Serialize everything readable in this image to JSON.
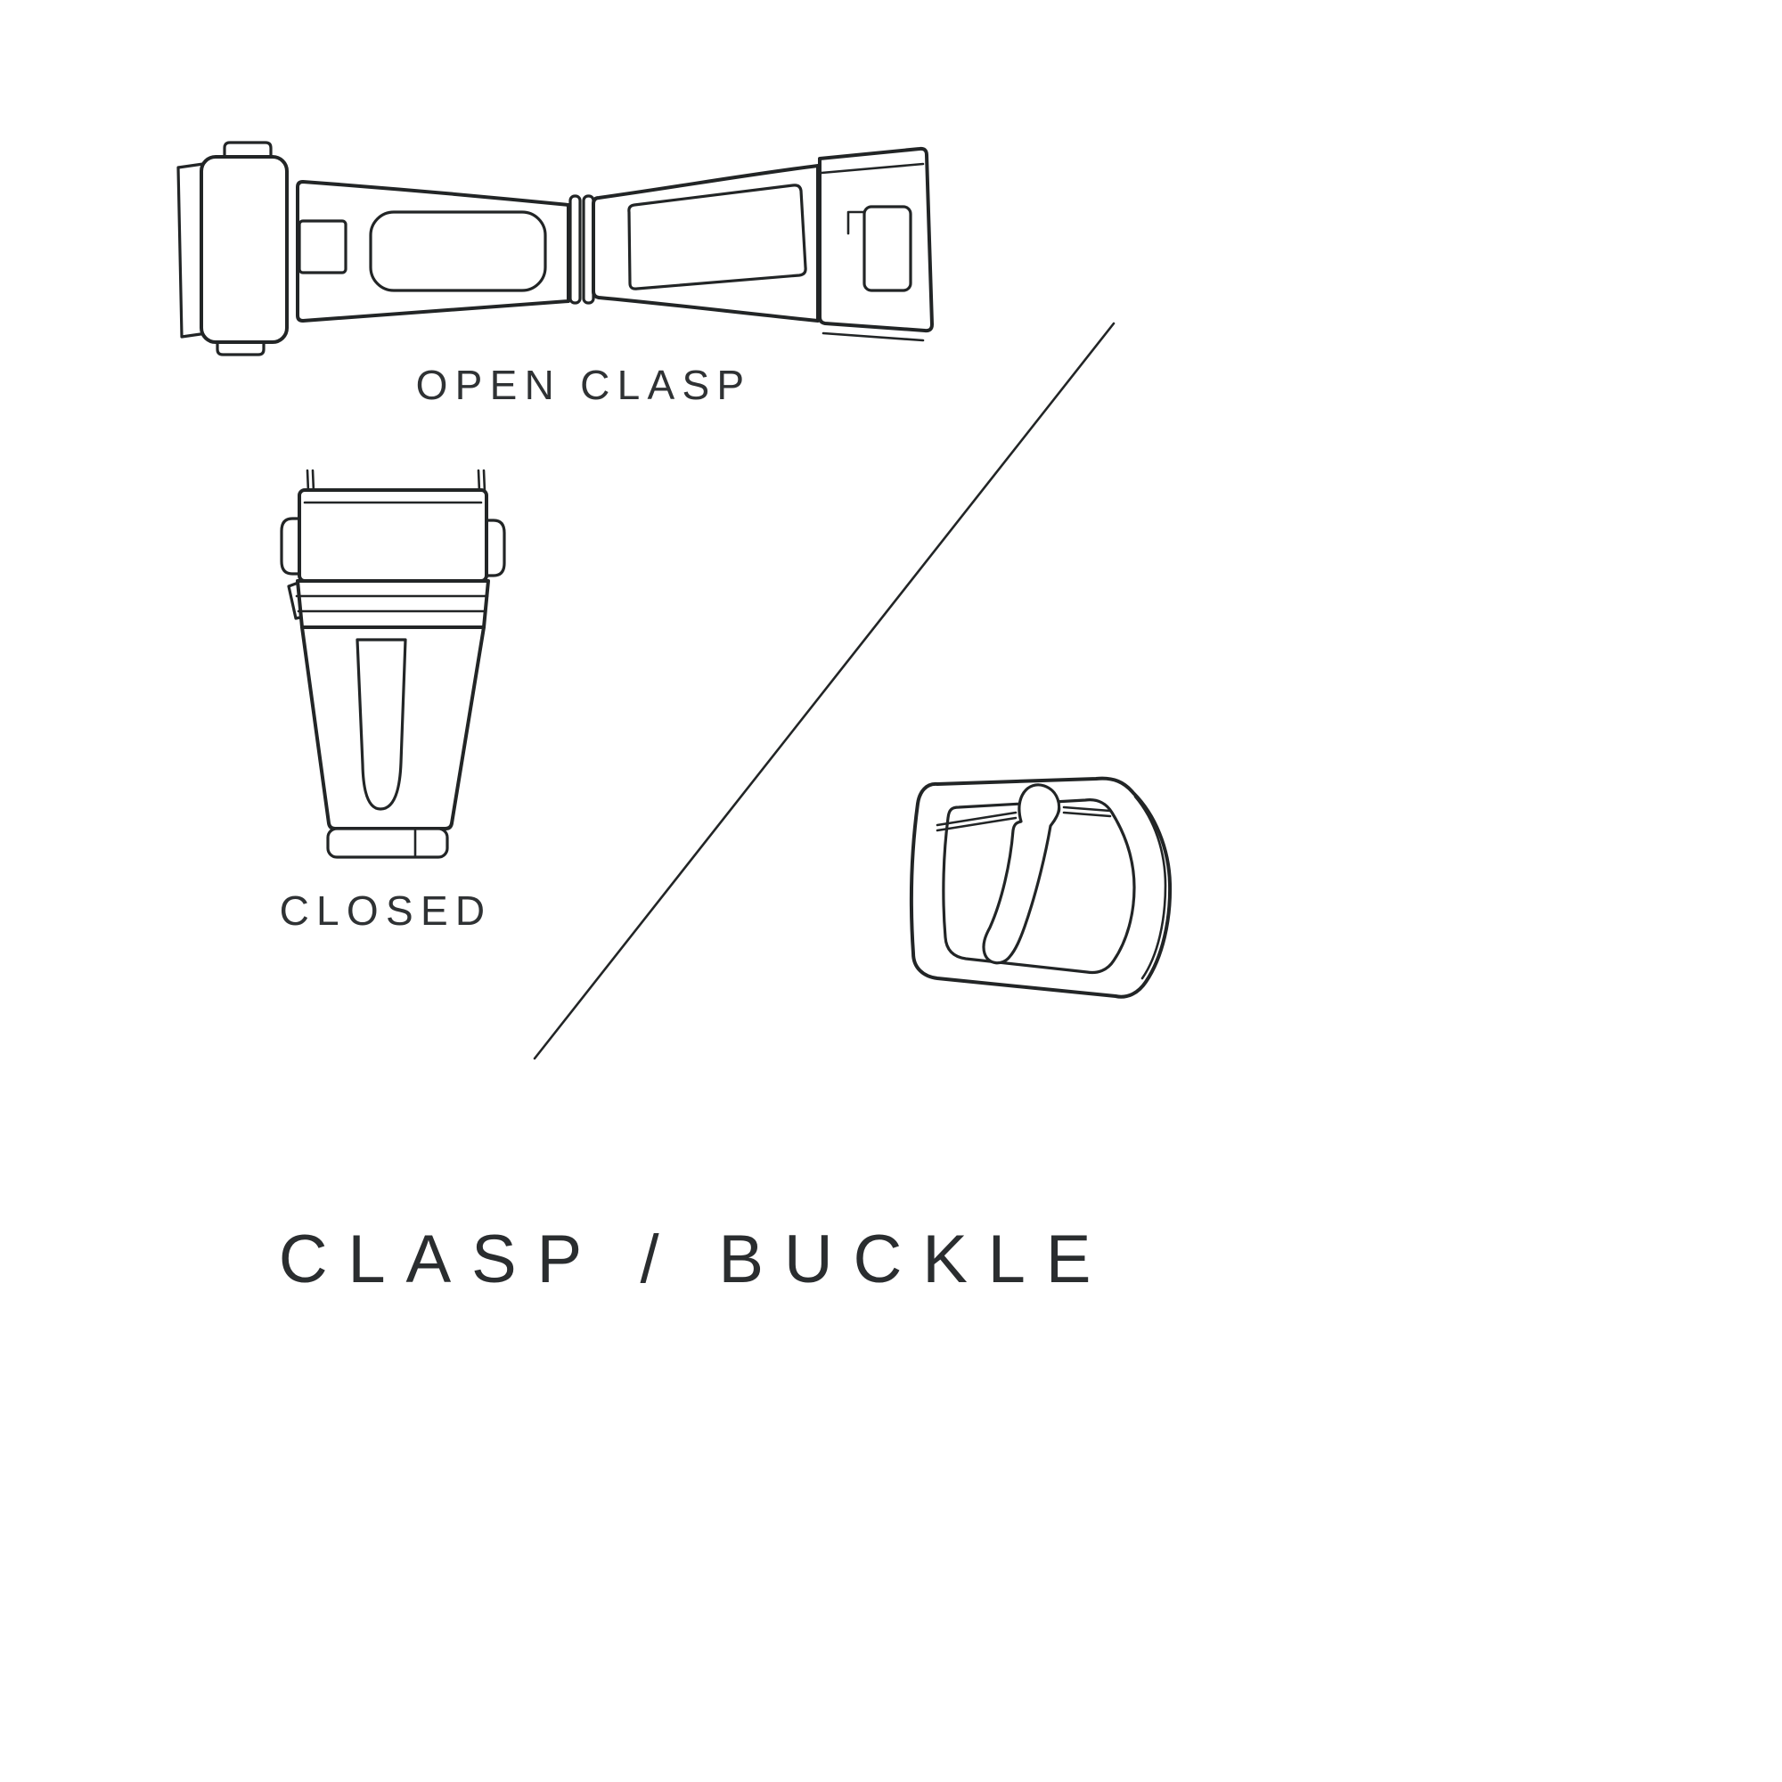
{
  "page": {
    "background": "#ffffff"
  },
  "colors": {
    "line": "#222526",
    "text": "#2f3234"
  },
  "diagram": {
    "title": "CLASP / BUCKLE",
    "open_clasp": {
      "label": "OPEN CLASP",
      "illustration": "open-deployant-clasp-line-drawing"
    },
    "closed_clasp": {
      "label": "CLOSED",
      "illustration": "closed-deployant-clasp-line-drawing"
    },
    "buckle": {
      "illustration": "tang-buckle-line-drawing"
    },
    "divider": {
      "illustration": "diagonal-divider-line"
    }
  }
}
